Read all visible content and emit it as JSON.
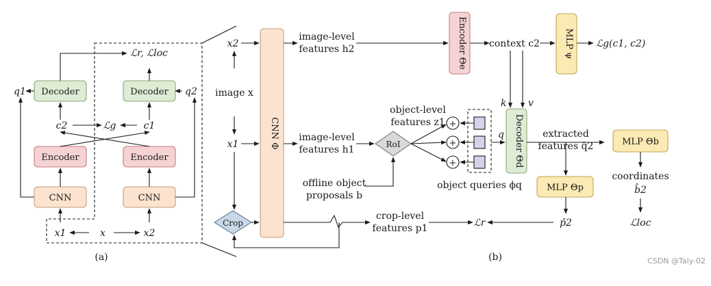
{
  "a": {
    "caption": "(a)",
    "loss_rec": "ℒr, ℒloc",
    "q1": "q1",
    "q2": "q2",
    "decoder": "Decoder",
    "encoder": "Encoder",
    "cnn": "CNN",
    "c1": "c1",
    "c2": "c2",
    "lg": "ℒg",
    "x1": "x1",
    "x": "x",
    "x2": "x2"
  },
  "b": {
    "caption": "(b)",
    "x2": "x2",
    "x1": "x1",
    "image_x": "image x",
    "crop": "Crop",
    "cnn_phi": "CNN Φ",
    "img_level_1": "image-level",
    "features_h2": "features h2",
    "features_h1": "features h1",
    "encoder_theta": "Encoder Θe",
    "context": "context c2",
    "mlp_psi": "MLP ψ",
    "lg_c1c2": "ℒg(c1, c2)",
    "k": "k",
    "v": "v",
    "q": "q",
    "decoder_theta": "Decoder Θd",
    "obj_level": "object-level",
    "features_z1": "features z1",
    "roi": "RoI",
    "plus": "+",
    "offline_1": "offline object",
    "offline_2": "proposals b",
    "object_queries": "object queries ϕq",
    "extracted": "extracted",
    "features_q2": "features q̂2",
    "mlp_theta_b": "MLP Θb",
    "mlp_theta_p": "MLP Θp",
    "coordinates": "coordinates",
    "b2_hat": "b̂2",
    "p2_hat": "p̂2",
    "lloc": "ℒloc",
    "crop_level": "crop-level",
    "features_p1": "features p1",
    "lr": "ℒr"
  },
  "watermark": "CSDN @Taly-02",
  "colors": {
    "decoder_fill": "#dfecd5",
    "decoder_stroke": "#8aa873",
    "encoder_fill": "#f6d3d3",
    "encoder_stroke": "#c47e7e",
    "cnn_fill": "#fbe3cf",
    "cnn_stroke": "#c99c7a",
    "mlp_fill": "#fbeab3",
    "mlp_stroke": "#c4a552",
    "crop_fill": "#c9d8e8",
    "crop_stroke": "#607a95",
    "roi_fill": "#d9d9d9",
    "query_fill": "#d8d2e8"
  }
}
